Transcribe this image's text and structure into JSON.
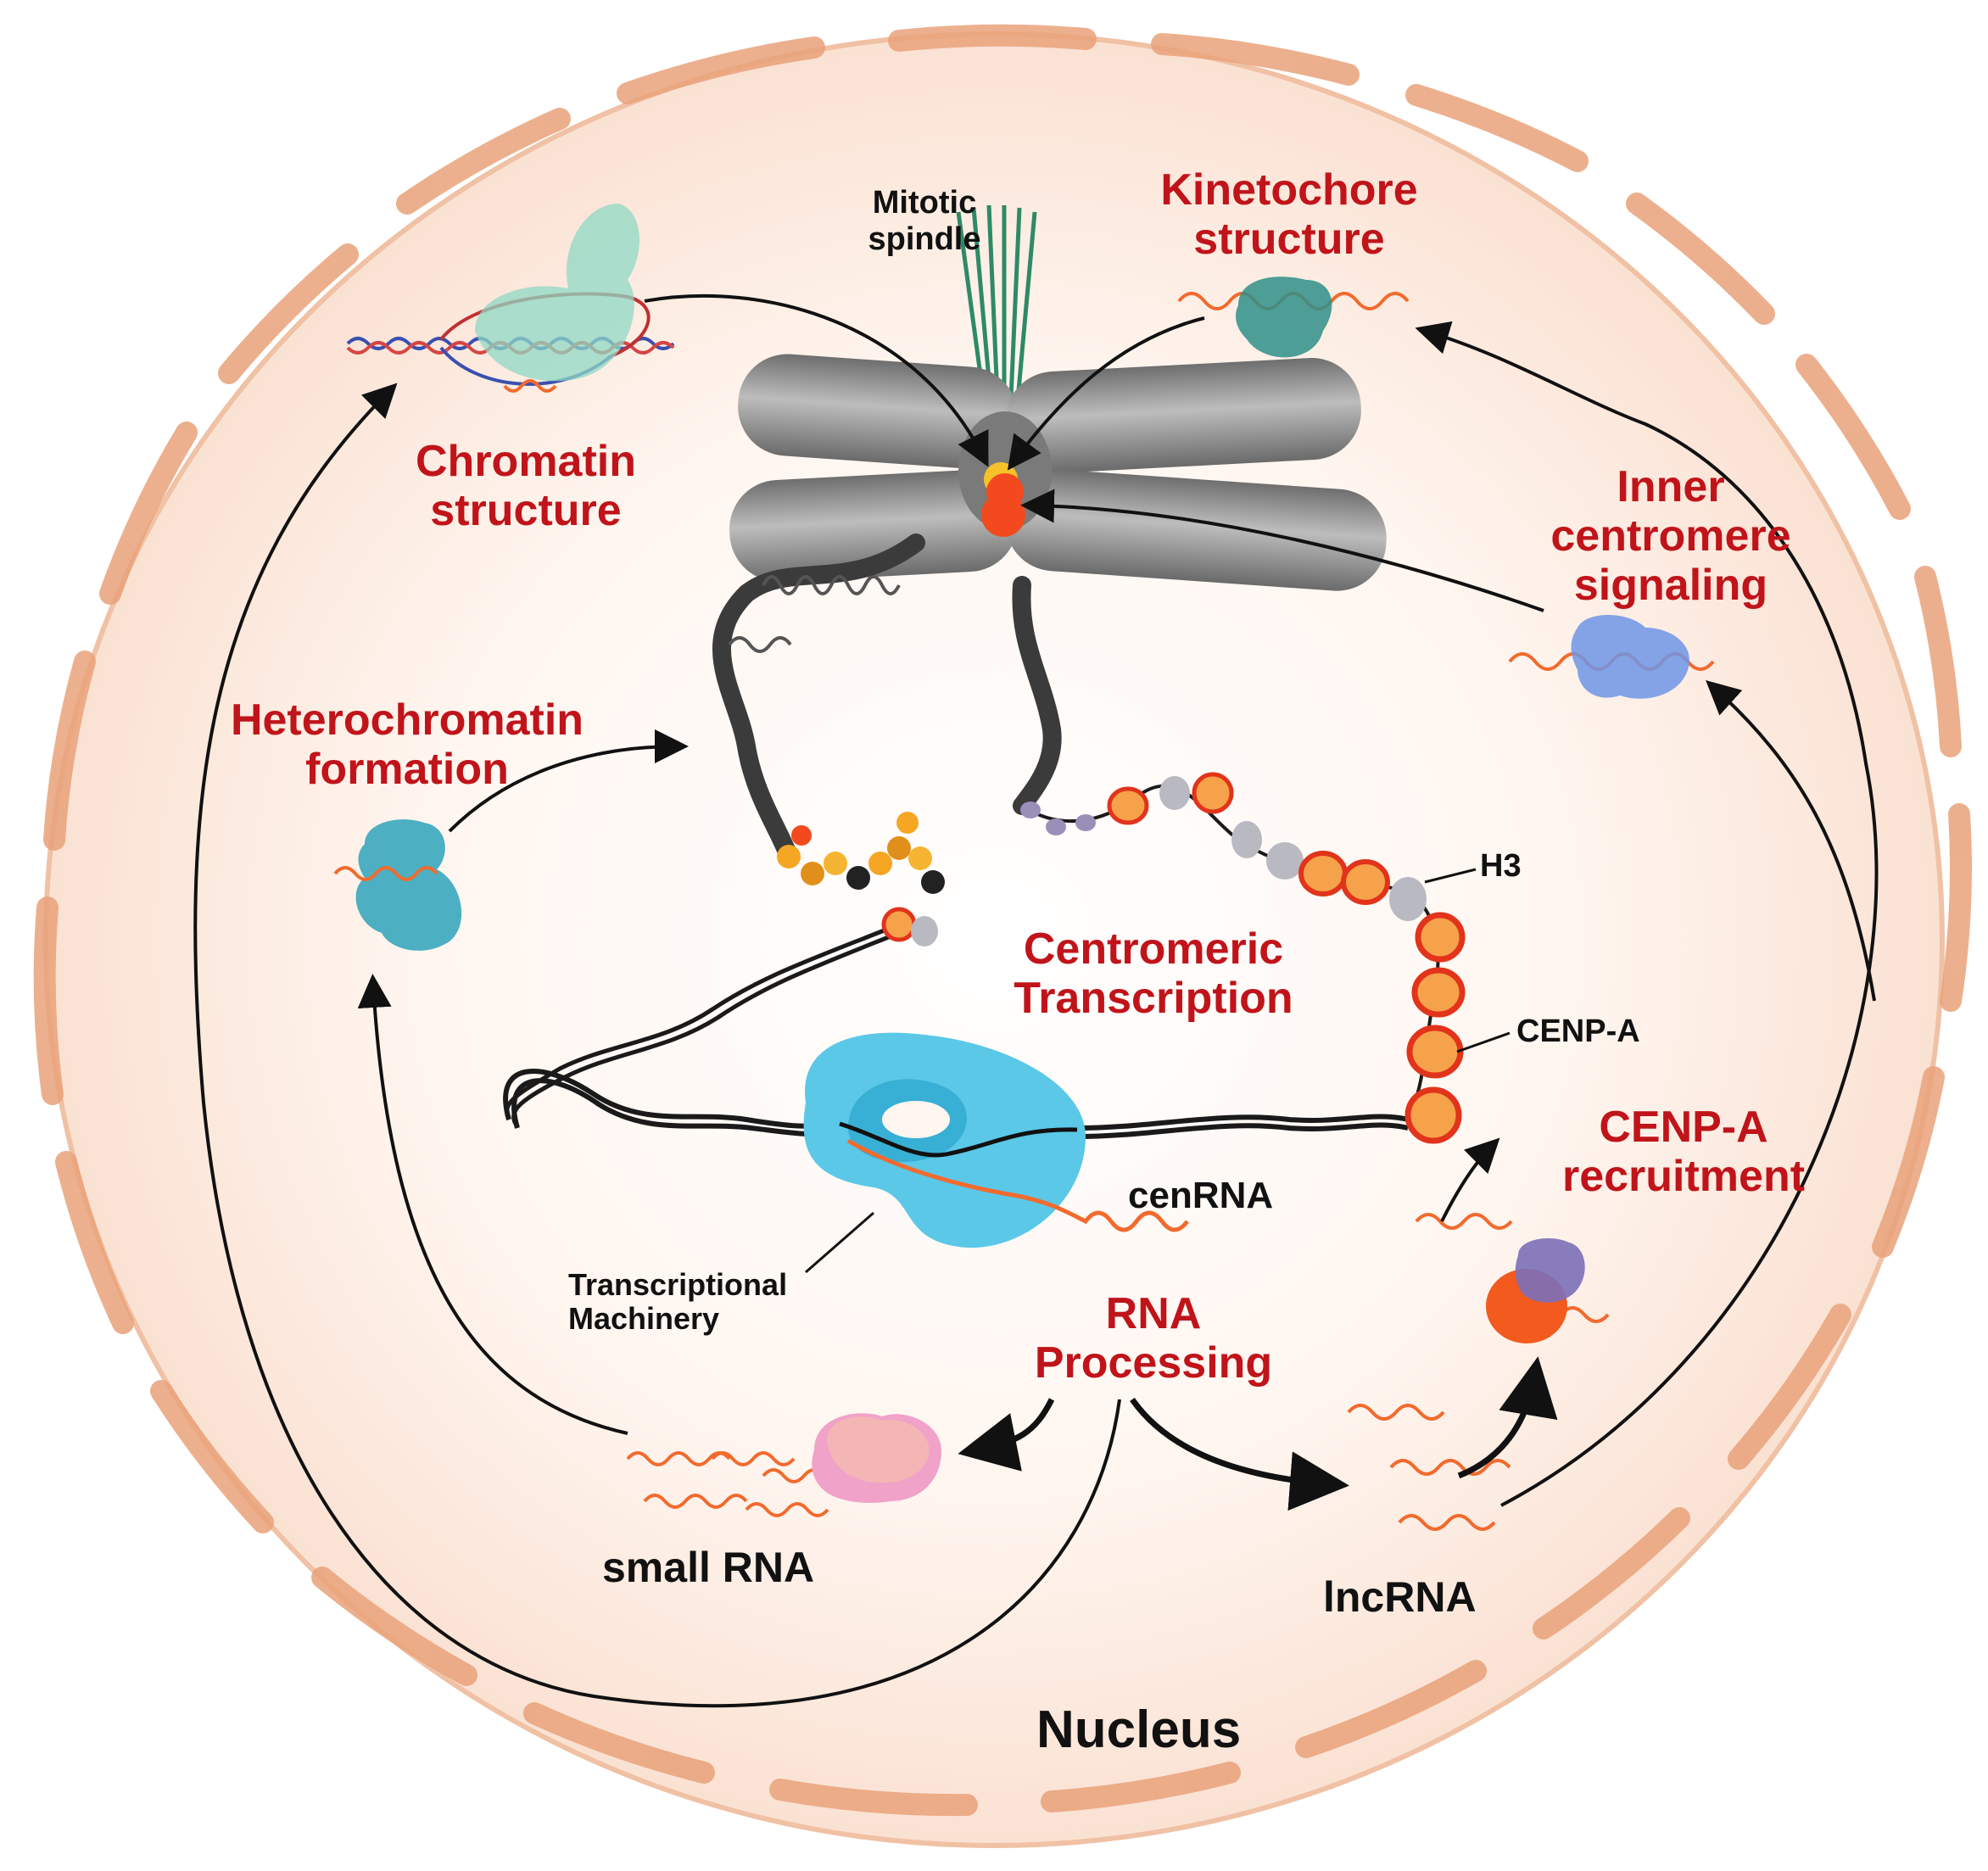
{
  "title": "Nucleus",
  "labels": {
    "chromatin_structure": [
      "Chromatin",
      "structure"
    ],
    "kinetochore_structure": [
      "Kinetochore",
      "structure"
    ],
    "inner_centromere_signaling": [
      "Inner",
      "centromere",
      "signaling"
    ],
    "heterochromatin_formation": [
      "Heterochromatin",
      "formation"
    ],
    "centromeric_transcription": [
      "Centromeric",
      "Transcription"
    ],
    "cenp_a_recruitment": [
      "CENP-A",
      "recruitment"
    ],
    "rna_processing": [
      "RNA",
      "Processing"
    ],
    "mitotic_spindle": [
      "Mitotic",
      "spindle"
    ],
    "h3": "H3",
    "cenp_a": "CENP-A",
    "cenrna": "cenRNA",
    "transcriptional_machinery": [
      "Transcriptional",
      "Machinery"
    ],
    "small_rna": "small RNA",
    "lncrna": "lncRNA"
  },
  "colors": {
    "label_red": "#c0141a",
    "nucleus_fill": "#fdeee4",
    "envelope": "#e9a27a",
    "rna": "#f26a2e",
    "polymerase": "#5bc8e8",
    "chromosome": "#8c8c8c",
    "cenpa_nucleosome": "#f6a24a",
    "h3_nucleosome": "#b9b9c2",
    "small_rna_protein": "#f0a2c8",
    "inner_centromere_protein": "#6f95e6",
    "kinetochore_protein": "#2f8f8a",
    "heterochromatin_protein": "#3aa7bd",
    "cenpa_chaperone": "#7b6fb8"
  }
}
